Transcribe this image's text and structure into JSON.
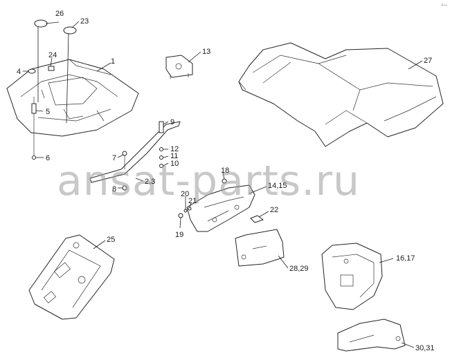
{
  "diagram": {
    "corner_mark": "r—",
    "watermark": "ansat-parts.ru",
    "callouts": {
      "c1": "1",
      "c4": "4",
      "c5": "5",
      "c6": "6",
      "c7": "7",
      "c8": "8",
      "c9": "9",
      "c10": "10",
      "c11": "11",
      "c12": "12",
      "c13": "13",
      "c14_15": "14,15",
      "c16_17": "16,17",
      "c18": "18",
      "c19": "19",
      "c20": "20",
      "c21": "21",
      "c22": "22",
      "c23": "23",
      "c24": "24",
      "c25": "25",
      "c26": "26",
      "c27": "27",
      "c28_29": "28,29",
      "c30_31": "30,31",
      "c2_3": "2,3"
    }
  }
}
